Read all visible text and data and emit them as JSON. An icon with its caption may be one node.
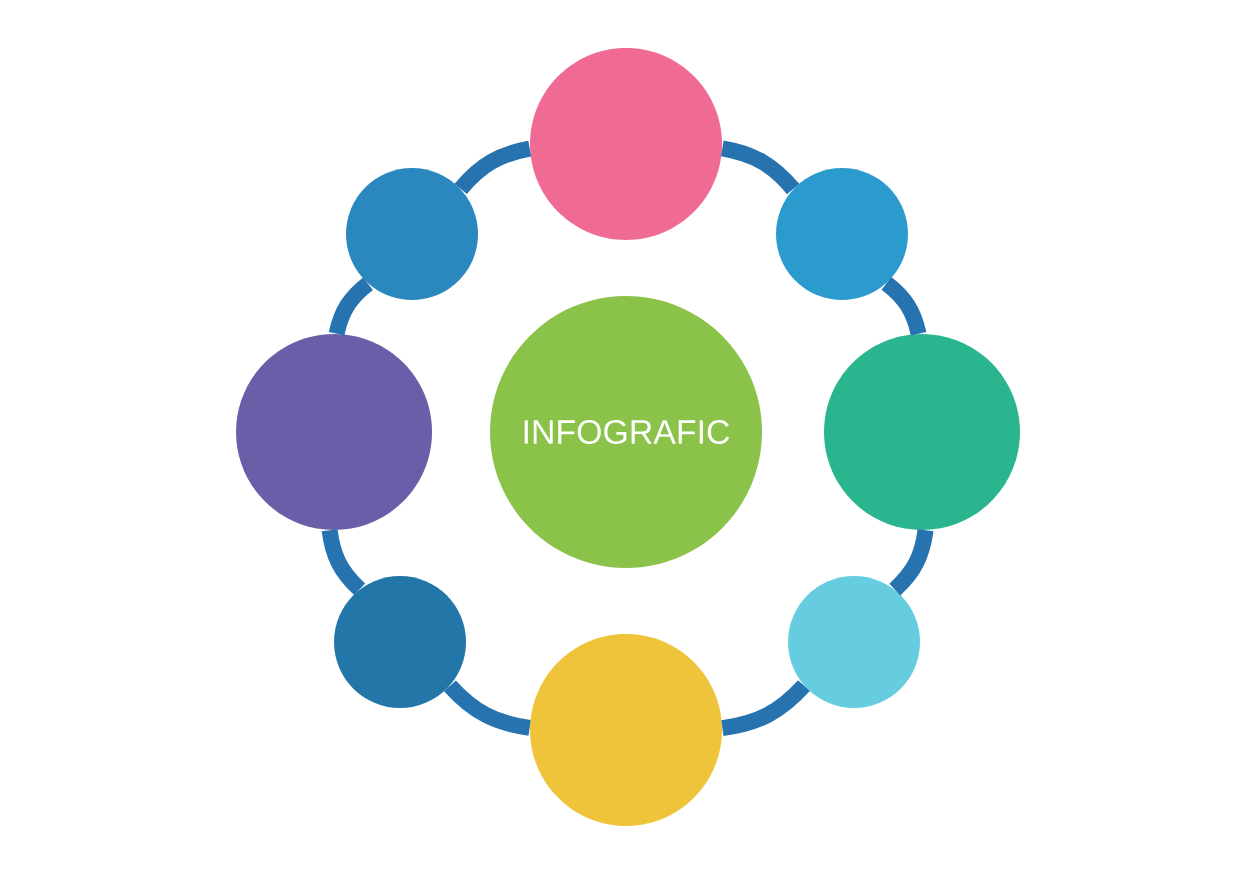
{
  "diagram": {
    "nodes": [
      {
        "text": [],
        "shape": "circle"
      },
      {
        "text": [],
        "shape": "circle"
      },
      {
        "text": [],
        "shape": "circle"
      },
      {
        "text": [],
        "shape": "circle"
      },
      {
        "text": [
          "INFOGRAFIC"
        ]
      },
      {
        "text": [],
        "shape": "circle"
      },
      {
        "text": [],
        "shape": "circle"
      },
      {
        "text": [],
        "shape": "circle"
      },
      {
        "text": [],
        "shape": "circle"
      }
    ],
    "edges": [
      {
        "from": 0,
        "to": 2,
        "arrow": "none"
      },
      {
        "from": 2,
        "to": 5,
        "arrow": "none"
      },
      {
        "from": 5,
        "to": 7,
        "arrow": "none"
      },
      {
        "from": 7,
        "to": 8,
        "arrow": "none"
      },
      {
        "from": 8,
        "to": 6,
        "arrow": "none"
      },
      {
        "from": 6,
        "to": 3,
        "arrow": "none"
      },
      {
        "from": 3,
        "to": 1,
        "arrow": "none"
      },
      {
        "from": 1,
        "to": 0,
        "arrow": "none"
      }
    ]
  }
}
